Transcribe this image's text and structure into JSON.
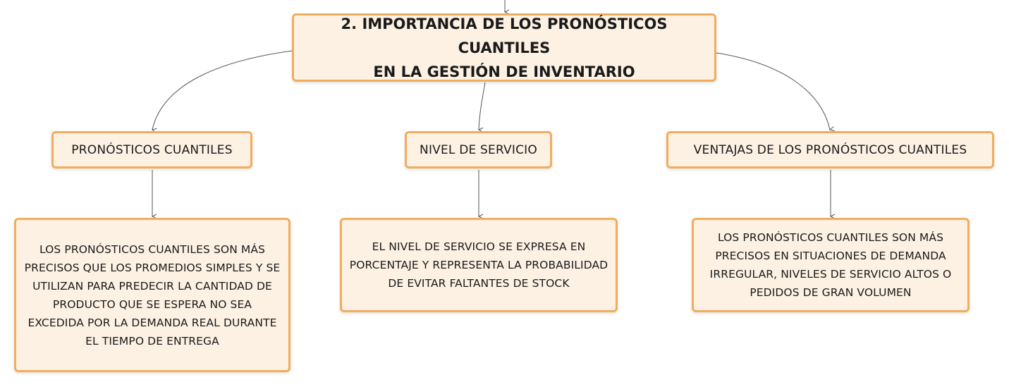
{
  "diagram": {
    "root": {
      "title_line1": "2. IMPORTANCIA DE LOS PRONÓSTICOS CUANTILES",
      "title_line2": "EN LA GESTIÓN DE INVENTARIO"
    },
    "branches": [
      {
        "label": "PRONÓSTICOS CUANTILES",
        "detail": "LOS PRONÓSTICOS CUANTILES SON MÁS PRECISOS QUE LOS PROMEDIOS SIMPLES Y SE UTILIZAN PARA PREDECIR LA CANTIDAD DE PRODUCTO QUE SE ESPERA NO SEA EXCEDIDA POR LA DEMANDA REAL DURANTE EL TIEMPO DE ENTREGA"
      },
      {
        "label": "NIVEL DE SERVICIO",
        "detail": "EL NIVEL DE SERVICIO SE EXPRESA EN PORCENTAJE Y REPRESENTA LA PROBABILIDAD DE EVITAR FALTANTES DE STOCK"
      },
      {
        "label": "VENTAJAS DE LOS PRONÓSTICOS CUANTILES",
        "detail": "LOS PRONÓSTICOS CUANTILES SON MÁS PRECISOS EN SITUACIONES DE DEMANDA IRREGULAR, NIVELES DE SERVICIO ALTOS O PEDIDOS DE GRAN VOLUMEN"
      }
    ],
    "colors": {
      "node_fill": "#fdf1e3",
      "node_border": "#f2ad5c",
      "connector": "#555555"
    }
  }
}
